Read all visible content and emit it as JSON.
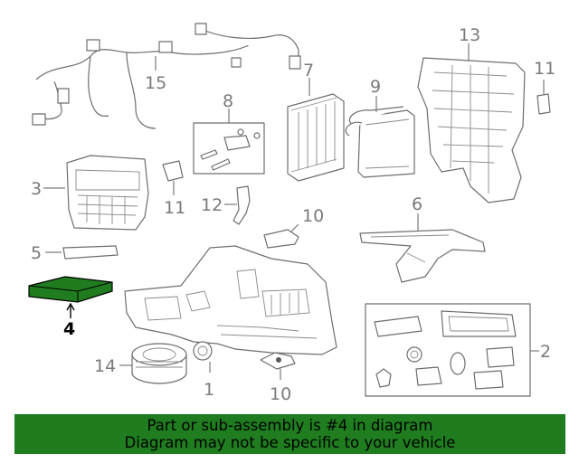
{
  "callouts": {
    "c1": "1",
    "c2": "2",
    "c3": "3",
    "c4": "4",
    "c5": "5",
    "c6": "6",
    "c7": "7",
    "c8": "8",
    "c9": "9",
    "c10a": "10",
    "c10b": "10",
    "c11a": "11",
    "c11b": "11",
    "c12": "12",
    "c13": "13",
    "c14": "14",
    "c15": "15"
  },
  "highlight_color": "#1f7d1f",
  "banner": {
    "line1": "Part or sub-assembly is #4 in diagram",
    "line2": "Diagram may not be specific to your vehicle"
  }
}
